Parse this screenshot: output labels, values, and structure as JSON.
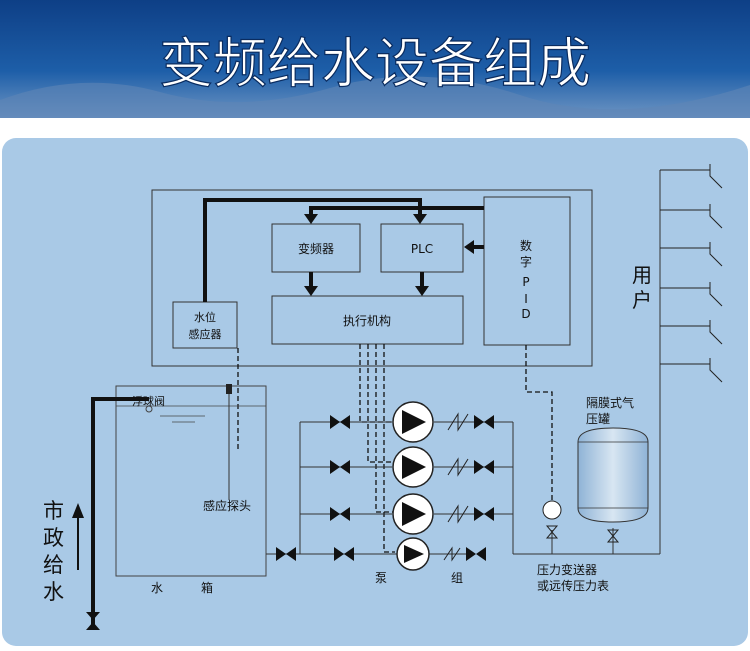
{
  "header": {
    "title": "变频给水设备组成"
  },
  "diagram": {
    "control": {
      "inverter": "变频器",
      "plc": "PLC",
      "pid_chars": [
        "数",
        "字",
        "P",
        "I",
        "D"
      ],
      "actuator": "执行机构",
      "level_sensor_line1": "水位",
      "level_sensor_line2": "感应器"
    },
    "tank": {
      "float_valve": "浮球阀",
      "probe": "感应探头",
      "label_left": "水",
      "label_right": "箱"
    },
    "pumps": {
      "label_left": "泵",
      "label_right": "组"
    },
    "pressure_tank": {
      "line1": "隔膜式气",
      "line2": "压罐"
    },
    "transmitter": {
      "line1": "压力变送器",
      "line2": "或远传压力表"
    },
    "user": {
      "chars": [
        "用",
        "户"
      ]
    },
    "municipal": {
      "chars": [
        "市",
        "政",
        "给",
        "水"
      ]
    }
  }
}
